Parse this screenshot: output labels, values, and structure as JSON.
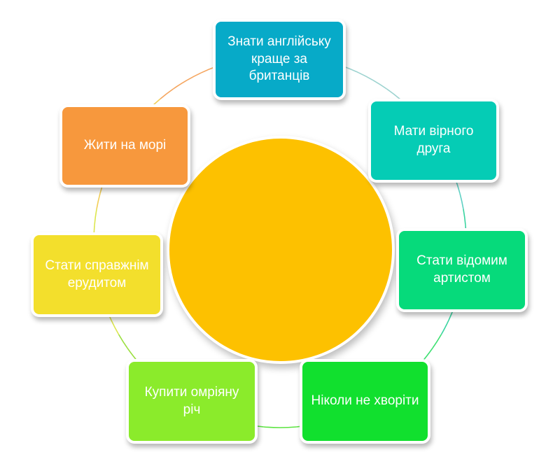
{
  "diagram": {
    "center": {
      "color": "#FDC100",
      "label": ""
    },
    "ring_colors": [
      "#9DD3D0",
      "#5FD0C3",
      "#39D4A0",
      "#3BE070",
      "#5BE440",
      "#9ADF3E",
      "#DCE64E",
      "#F2CE58",
      "#F5A660"
    ],
    "nodes": [
      {
        "label": "Знати англійську краще за британців",
        "color": "#07AAC8"
      },
      {
        "label": "Мати вірного друга",
        "color": "#05CCB5"
      },
      {
        "label": "Стати відомим артистом",
        "color": "#06DA7B"
      },
      {
        "label": "Ніколи не хворіти",
        "color": "#11E02E"
      },
      {
        "label": "Купити омріяну річ",
        "color": "#8BEB2B"
      },
      {
        "label": "Стати справжнім ерудитом",
        "color": "#F3DF2C"
      },
      {
        "label": "Жити на морі",
        "color": "#F7983D"
      }
    ]
  }
}
